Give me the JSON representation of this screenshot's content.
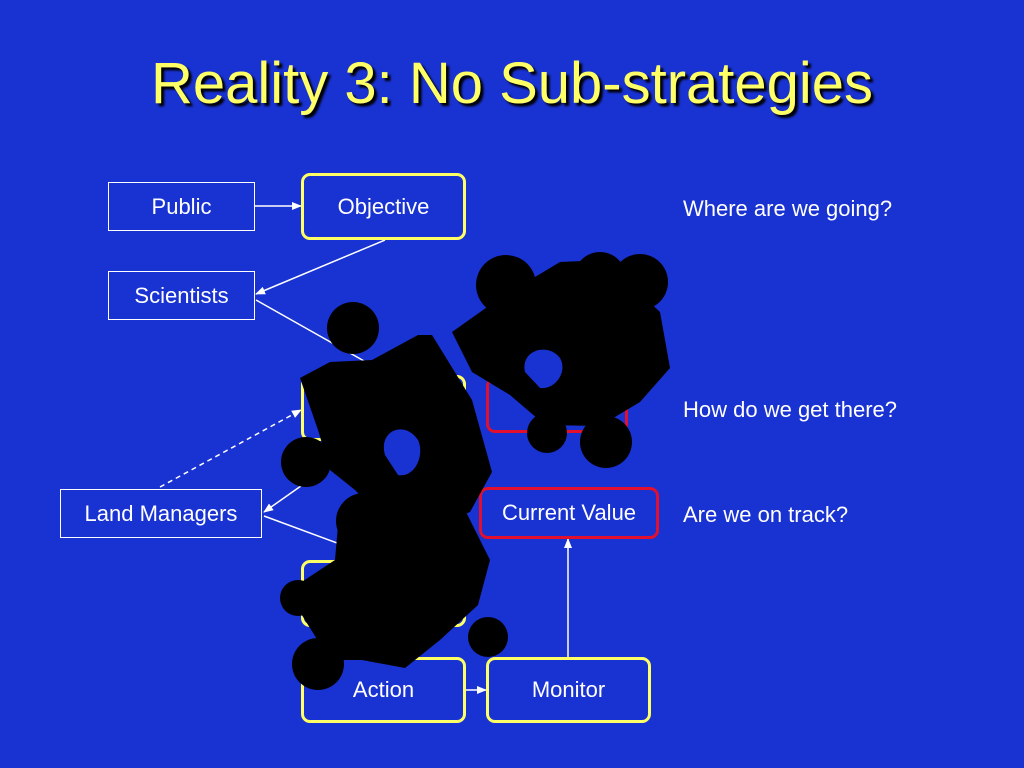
{
  "slide": {
    "title": "Reality 3: No Sub-strategies"
  },
  "stakeholders": {
    "public": "Public",
    "scientists": "Scientists",
    "land_managers": "Land Managers"
  },
  "steps": {
    "objective": "Objective",
    "current_value": "Current Value",
    "action": "Action",
    "monitor": "Monitor"
  },
  "questions": {
    "q1": "Where are we going?",
    "q2": "How do we get there?",
    "q3": "Are we on track?"
  },
  "colors": {
    "background": "#1932d2",
    "title": "#ffff66",
    "step_border": "#ffff66",
    "value_border": "#e0102e",
    "puzzle": "#000000"
  }
}
